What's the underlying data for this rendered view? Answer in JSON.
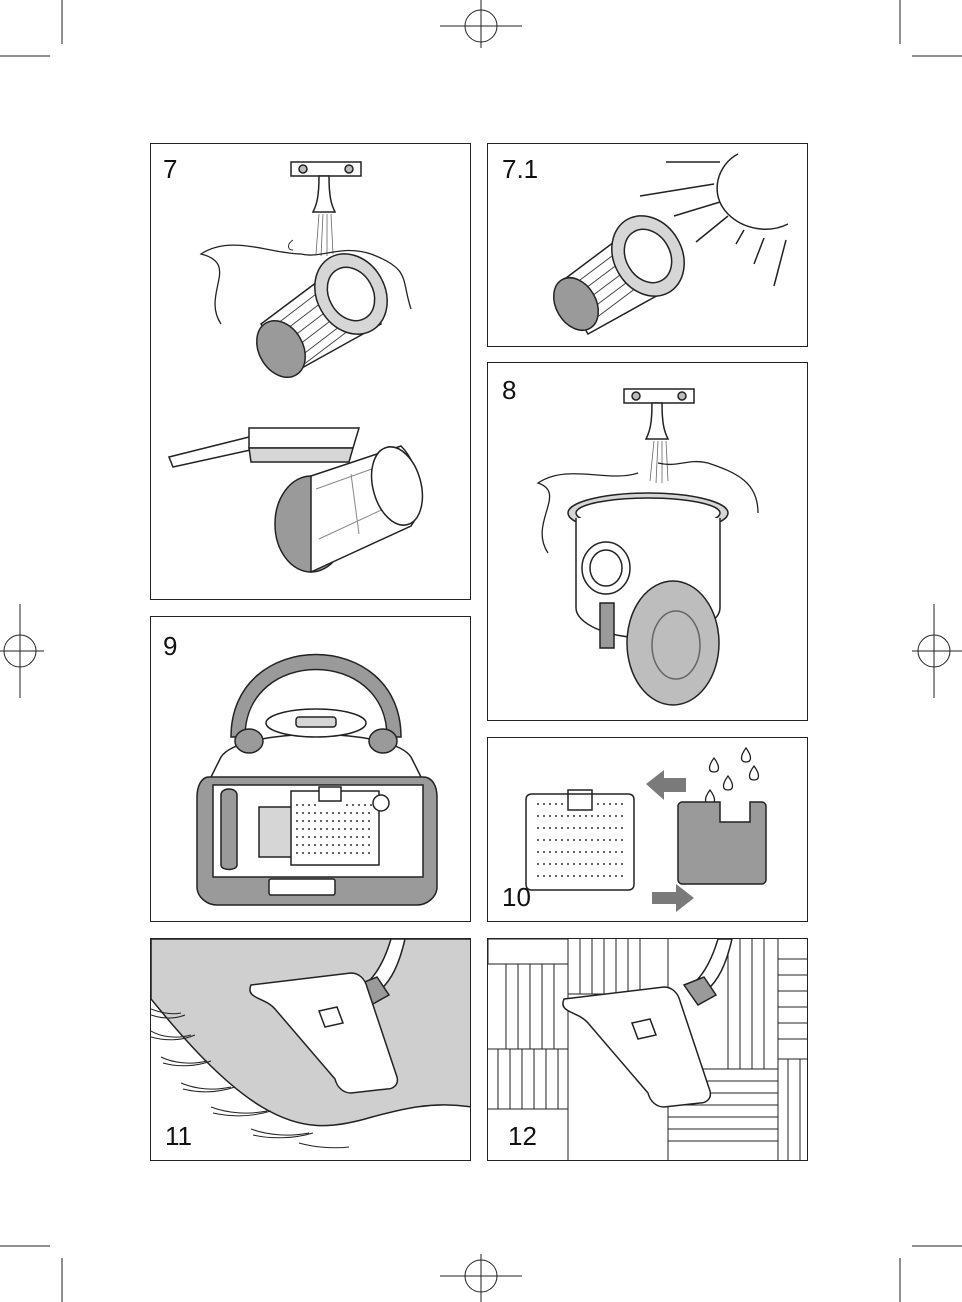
{
  "figures": [
    {
      "id": "fig-7",
      "label": "7"
    },
    {
      "id": "fig-7-1",
      "label": "7.1"
    },
    {
      "id": "fig-8",
      "label": "8"
    },
    {
      "id": "fig-9",
      "label": "9"
    },
    {
      "id": "fig-10",
      "label": "10"
    },
    {
      "id": "fig-11",
      "label": "11"
    },
    {
      "id": "fig-12",
      "label": "12"
    }
  ],
  "icons": [
    "registration-mark-icon",
    "crop-mark-icon",
    "tap-icon",
    "sun-icon",
    "water-drops-icon",
    "arrow-left-icon",
    "arrow-right-icon",
    "brush-icon"
  ],
  "colors": {
    "line": "#222222",
    "grey_fill": "#9a9a9a",
    "light_grey": "#d6d6d6",
    "floor_grey": "#cfcfcf",
    "arrow_grey": "#7a7a7a"
  }
}
